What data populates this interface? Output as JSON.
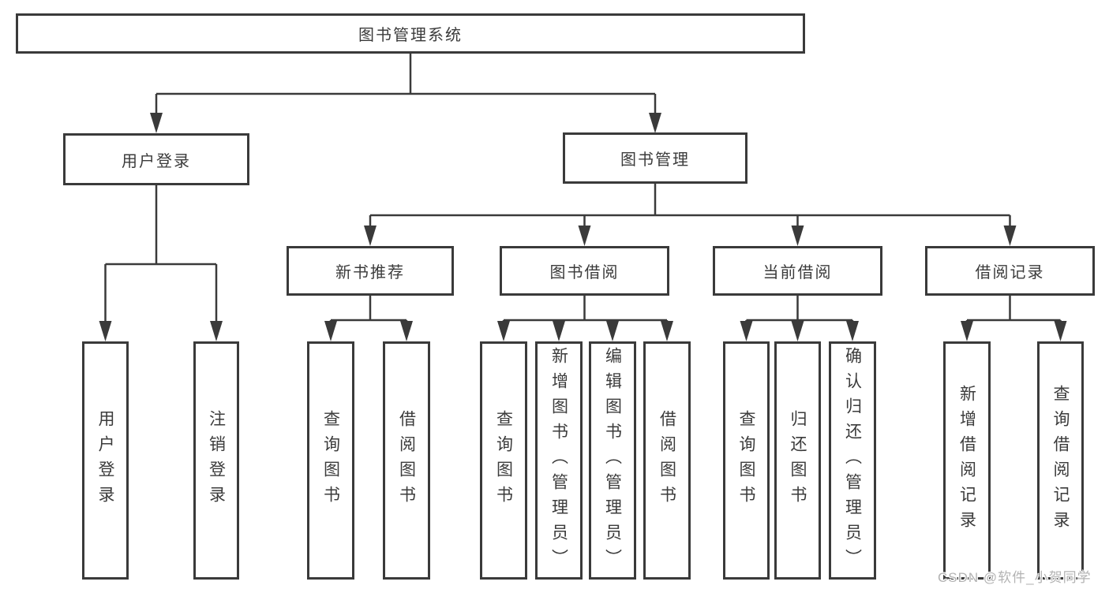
{
  "diagram_colors": {
    "line": "#3a3a3a",
    "box_border": "#3a3a3a",
    "box_fill": "#ffffff",
    "text": "#3b3b3b",
    "watermark": "#b3b3b3"
  },
  "tree": {
    "root": {
      "label": "图书管理系统",
      "children": [
        {
          "label": "用户登录",
          "children": [
            {
              "label": "用户登录"
            },
            {
              "label": "注销登录"
            }
          ]
        },
        {
          "label": "图书管理",
          "children": [
            {
              "label": "新书推荐",
              "children": [
                {
                  "label": "查询图书"
                },
                {
                  "label": "借阅图书"
                }
              ]
            },
            {
              "label": "图书借阅",
              "children": [
                {
                  "label": "查询图书"
                },
                {
                  "label": "新增图书（管理员）"
                },
                {
                  "label": "编辑图书（管理员）"
                },
                {
                  "label": "借阅图书"
                }
              ]
            },
            {
              "label": "当前借阅",
              "children": [
                {
                  "label": "查询图书"
                },
                {
                  "label": "归还图书"
                },
                {
                  "label": "确认归还（管理员）"
                }
              ]
            },
            {
              "label": "借阅记录",
              "children": [
                {
                  "label": "新增借阅记录"
                },
                {
                  "label": "查询借阅记录"
                }
              ]
            }
          ]
        }
      ]
    }
  },
  "watermark": {
    "text": "CSDN @软件_小贺同学"
  }
}
